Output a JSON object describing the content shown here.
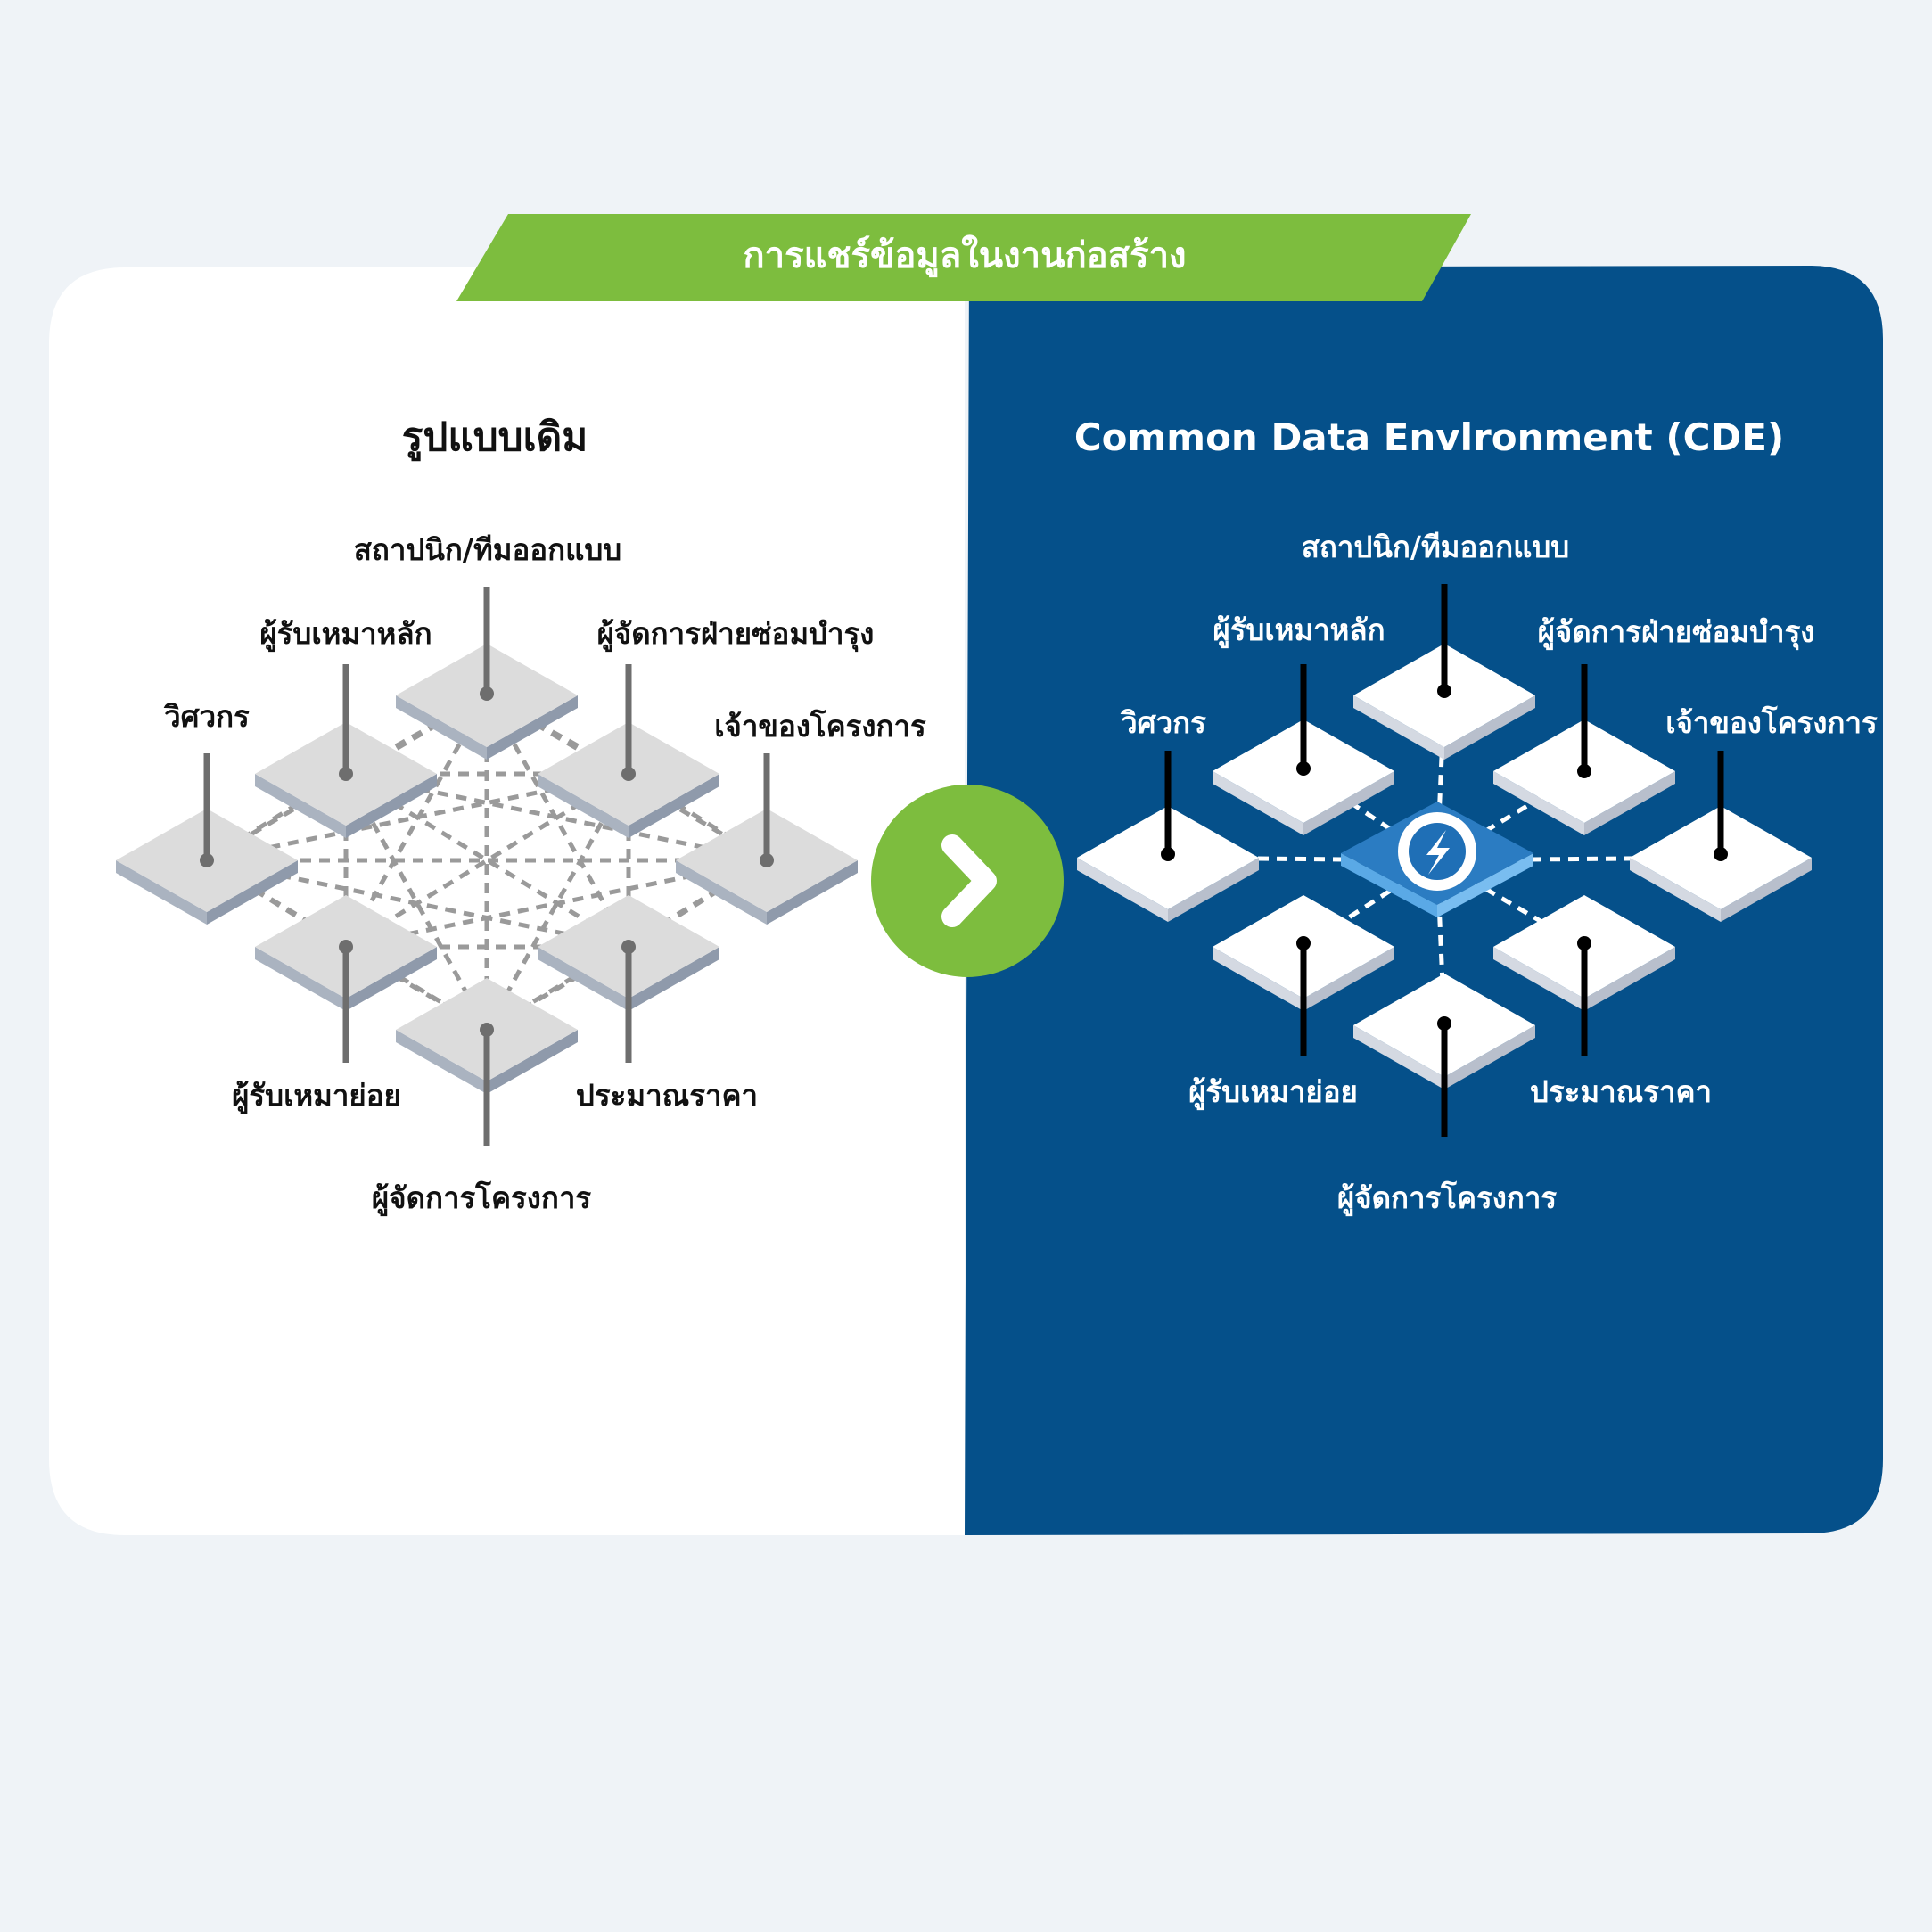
{
  "banner": {
    "title": "การแชร์ข้อมูลในงานก่อสร้าง"
  },
  "left": {
    "title": "รูปแบบเดิม",
    "labels": {
      "top": "สถาปนิก/ทีมออกแบบ",
      "upper_left": "ผู้รับเหมาหลัก",
      "upper_right": "ผู้จัดการฝ่ายซ่อมบำรุง",
      "left": "วิศวกร",
      "right": "เจ้าของโครงการ",
      "lower_left": "ผู้รับเหมาย่อย",
      "lower_right": "ประมาณราคา",
      "bottom": "ผู้จัดการโครงการ"
    }
  },
  "right": {
    "title": "Common Data Envlronment (CDE)",
    "labels": {
      "top": "สถาปนิก/ทีมออกแบบ",
      "upper_left": "ผู้รับเหมาหลัก",
      "upper_right": "ผู้จัดการฝ่ายซ่อมบำรุง",
      "left": "วิศวกร",
      "right": "เจ้าของโครงการ",
      "lower_left": "ผู้รับเหมาย่อย",
      "lower_right": "ประมาณราคา",
      "bottom": "ผู้จัดการโครงการ"
    }
  },
  "colors": {
    "background": "#eff3f7",
    "white_panel": "#ffffff",
    "blue_panel": "#05508a",
    "green": "#7dbd3e",
    "tile_gray_top": "#dcdcdc",
    "tile_gray_side": "#8f9aab",
    "tile_white_side": "#b8bfcc",
    "hub_blue": "#2f8fd5",
    "text_dark": "#111111",
    "text_light": "#ffffff"
  },
  "icons": {
    "arrow": "chevron-right-icon",
    "hub": "lightning-bolt-icon"
  }
}
